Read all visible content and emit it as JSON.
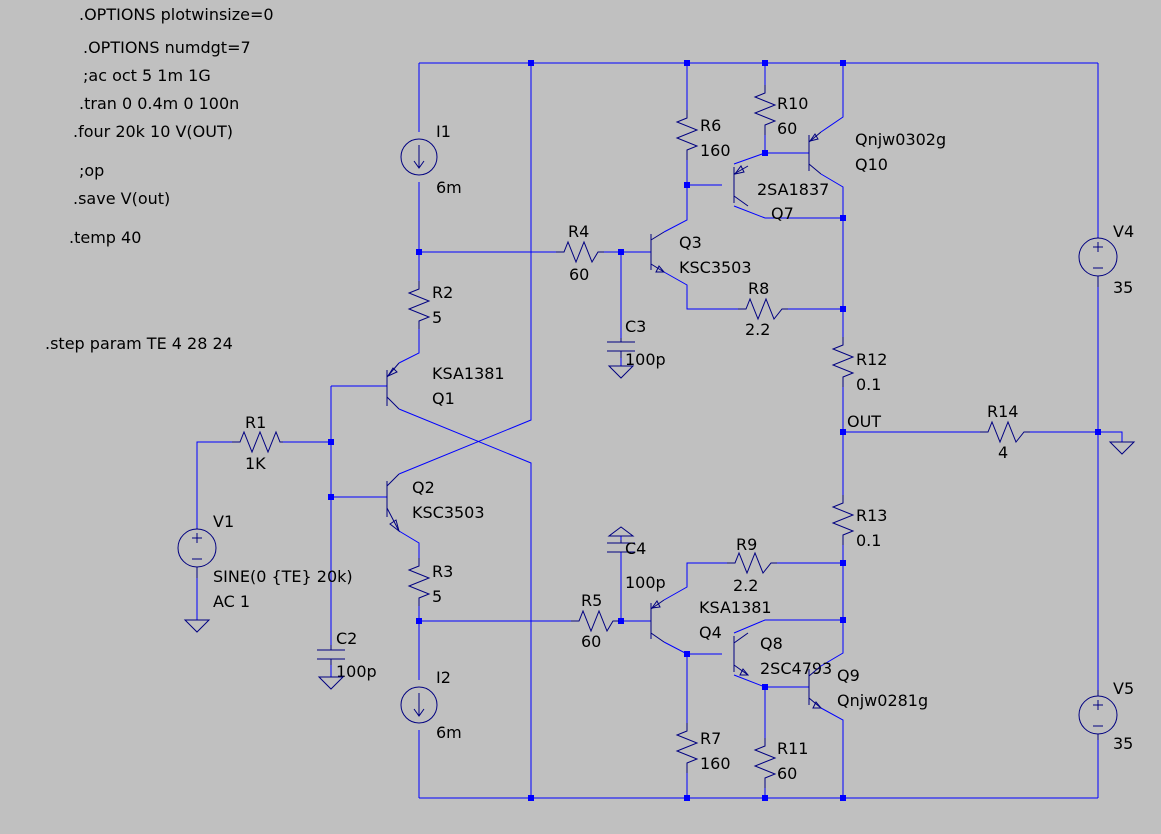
{
  "directives": [
    ".OPTIONS plotwinsize=0",
    ".OPTIONS numdgt=7",
    ";ac oct 5 1m 1G",
    ".tran 0 0.4m 0 100n",
    ".four 20k 10 V(OUT)",
    ";op",
    ".save V(out)",
    ".temp 40",
    ".step param  TE 4 28 24"
  ],
  "components": {
    "I1": {
      "name": "I1",
      "value": "6m"
    },
    "I2": {
      "name": "I2",
      "value": "6m"
    },
    "R1": {
      "name": "R1",
      "value": "1K"
    },
    "R2": {
      "name": "R2",
      "value": "5"
    },
    "R3": {
      "name": "R3",
      "value": "5"
    },
    "R4": {
      "name": "R4",
      "value": "60"
    },
    "R5": {
      "name": "R5",
      "value": "60"
    },
    "R6": {
      "name": "R6",
      "value": "160"
    },
    "R7": {
      "name": "R7",
      "value": "160"
    },
    "R8": {
      "name": "R8",
      "value": "2.2"
    },
    "R9": {
      "name": "R9",
      "value": "2.2"
    },
    "R10": {
      "name": "R10",
      "value": "60"
    },
    "R11": {
      "name": "R11",
      "value": "60"
    },
    "R12": {
      "name": "R12",
      "value": "0.1"
    },
    "R13": {
      "name": "R13",
      "value": "0.1"
    },
    "R14": {
      "name": "R14",
      "value": "4"
    },
    "C2": {
      "name": "C2",
      "value": "100p"
    },
    "C3": {
      "name": "C3",
      "value": "100p"
    },
    "C4": {
      "name": "C4",
      "value": "100p"
    },
    "Q1": {
      "name": "Q1",
      "model": "KSA1381"
    },
    "Q2": {
      "name": "Q2",
      "model": "KSC3503"
    },
    "Q3": {
      "name": "Q3",
      "model": "KSC3503"
    },
    "Q4": {
      "name": "Q4",
      "model": "KSA1381"
    },
    "Q7": {
      "name": "Q7",
      "model": "2SA1837"
    },
    "Q8": {
      "name": "Q8",
      "model": "2SC4793"
    },
    "Q9": {
      "name": "Q9",
      "model": "Qnjw0281g"
    },
    "Q10": {
      "name": "Q10",
      "model": "Qnjw0302g"
    },
    "V1": {
      "name": "V1",
      "value": "SINE(0 {TE} 20k)",
      "ac": "AC 1"
    },
    "V4": {
      "name": "V4",
      "value": "35"
    },
    "V5": {
      "name": "V5",
      "value": "35"
    }
  },
  "nets": {
    "out": "OUT"
  },
  "colors": {
    "background": "#c0c0c0",
    "wire": "#0000ff",
    "component": "#000080",
    "text": "#000000"
  }
}
